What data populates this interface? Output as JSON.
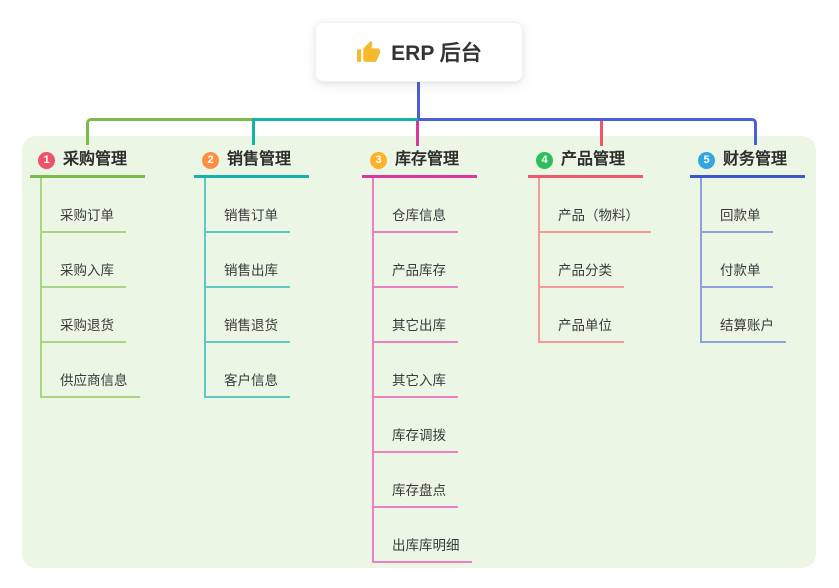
{
  "root": {
    "icon": "thumbs-up-icon",
    "title": "ERP 后台"
  },
  "theme": {
    "panel_bg": "#EBF6E4",
    "root_line": "#4A5FD4",
    "card_bg": "#FFFFFF",
    "text_color": "#333333",
    "thumb_color": "#F5B82E"
  },
  "branches": [
    {
      "index": "1",
      "label": "采购管理",
      "badge_color": "#F0516A",
      "line_color": "#7EBB4D",
      "child_line_color": "#A9D685",
      "children": [
        "采购订单",
        "采购入库",
        "采购退货",
        "供应商信息"
      ]
    },
    {
      "index": "2",
      "label": "销售管理",
      "badge_color": "#FD8F43",
      "line_color": "#14B2AB",
      "child_line_color": "#5FC9C3",
      "children": [
        "销售订单",
        "销售出库",
        "销售退货",
        "客户信息"
      ]
    },
    {
      "index": "3",
      "label": "库存管理",
      "badge_color": "#FCB22D",
      "line_color": "#D8389D",
      "child_line_color": "#EC7FC2",
      "children": [
        "仓库信息",
        "产品库存",
        "其它出库",
        "其它入库",
        "库存调拨",
        "库存盘点",
        "出库库明细"
      ]
    },
    {
      "index": "4",
      "label": "产品管理",
      "badge_color": "#2EBE5B",
      "line_color": "#F2566A",
      "child_line_color": "#F59A99",
      "children": [
        "产品（物料）",
        "产品分类",
        "产品单位"
      ]
    },
    {
      "index": "5",
      "label": "财务管理",
      "badge_color": "#33A6DF",
      "line_color": "#3D56CC",
      "child_line_color": "#8DA2DC",
      "children": [
        "回款单",
        "付款单",
        "结算账户"
      ]
    }
  ]
}
